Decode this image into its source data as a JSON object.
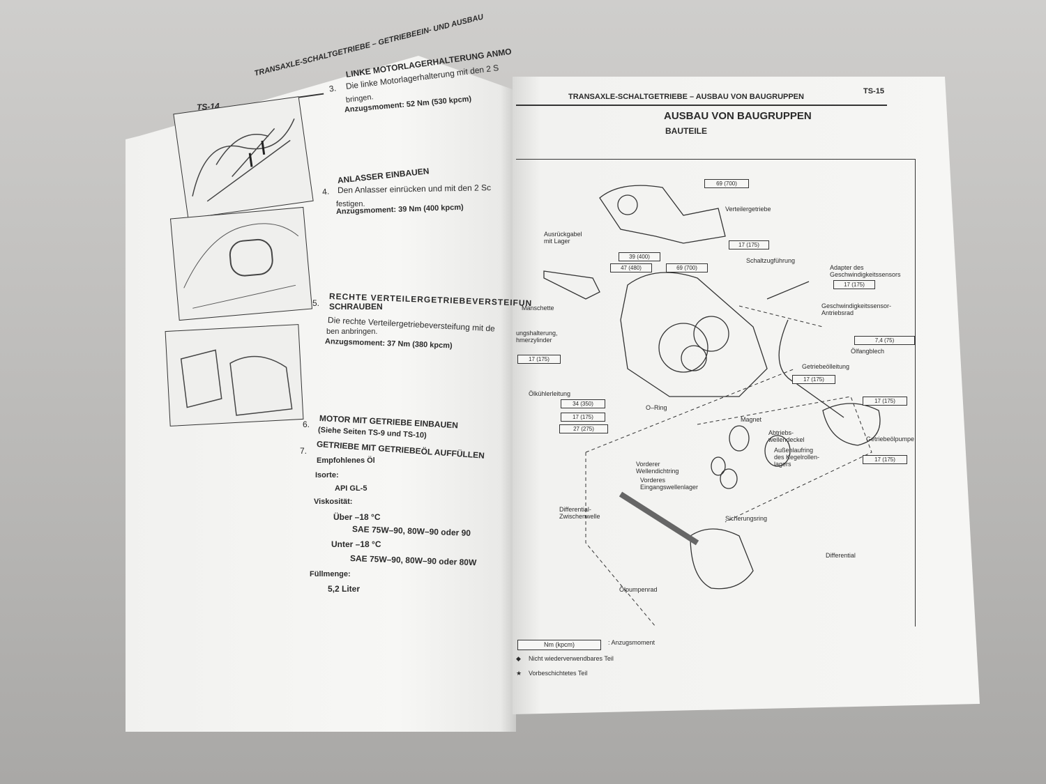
{
  "left_page": {
    "page_number": "TS-14",
    "header": "TRANSAXLE-SCHALTGETRIEBE – GETRIEBEEIN- UND AUSBAU",
    "steps": [
      {
        "num": "3.",
        "title": "LINKE MOTORLAGERHALTERUNG ANMO",
        "body": [
          "Die linke Motorlagerhalterung mit den 2 S",
          "bringen."
        ],
        "torque": "Anzugsmoment: 52 Nm (530 kpcm)"
      },
      {
        "num": "4.",
        "title": "ANLASSER EINBAUEN",
        "body": [
          "Den Anlasser einrücken und mit den 2 Sc",
          "festigen."
        ],
        "torque": "Anzugsmoment: 39 Nm (400 kpcm)"
      },
      {
        "num": "5.",
        "title": "RECHTE VERTEILERGETRIEBEVERSTEIFUN",
        "title2": "SCHRAUBEN",
        "body": [
          "Die rechte Verteilergetriebeversteifung mit de",
          "ben anbringen."
        ],
        "torque": "Anzugsmoment: 37 Nm (380 kpcm)"
      },
      {
        "num": "6.",
        "title": "MOTOR MIT GETRIEBE EINBAUEN",
        "body": [
          "(Siehe Seiten TS-9 und TS-10)"
        ]
      },
      {
        "num": "7.",
        "title": "GETRIEBE MIT GETRIEBEÖL AUFFÜLLEN"
      }
    ],
    "oil": {
      "recommended": "Empfohlenes Öl",
      "grade_label": "Isorte:",
      "grade": "API GL-5",
      "viscosity_label": "Viskosität:",
      "above": "Über –18 °C",
      "above_value": "SAE 75W–90, 80W–90 oder 90",
      "below": "Unter –18 °C",
      "below_value": "SAE 75W–90, 80W–90 oder 80W",
      "capacity_label": "Füllmenge:",
      "capacity": "5,2 Liter"
    }
  },
  "right_page": {
    "page_number": "TS-15",
    "header": "TRANSAXLE-SCHALTGETRIEBE – AUSBAU VON BAUGRUPPEN",
    "title": "AUSBAU VON BAUGRUPPEN",
    "subtitle": "BAUTEILE",
    "labels": {
      "verteilergetriebe": "Verteilergetriebe",
      "ausrueckgabel": "Ausrückgabel",
      "mit_lager": "mit Lager",
      "schaltzug": "Schaltzugführung",
      "adapter1": "Adapter des",
      "adapter2": "Geschwindigkeitssensors",
      "manschette": "Manschette",
      "sensor1": "Geschwindigkeitssensor-",
      "sensor2": "Antriebsrad",
      "halterung1": "ungshalterung,",
      "halterung2": "hmerzylinder",
      "oelfang": "Ölfangblech",
      "oelleitung": "Getriebeölleitung",
      "oelkuehler": "Ölkühlerleitung",
      "oring": "O–Ring",
      "magnet": "Magnet",
      "abtrieb1": "Abtriebs-",
      "abtrieb2": "wellendeckel",
      "pumpe": "Getriebeölpumpe",
      "aussen1": "Außenlaufring",
      "aussen2": "des Kegelrollen-",
      "aussen3": "lagers",
      "vord_dicht1": "Vorderer",
      "vord_dicht2": "Wellendichtring",
      "vord_lager1": "Vorderes",
      "vord_lager2": "Eingangswellenlager",
      "diff_welle1": "Differential-",
      "diff_welle2": "Zwischenwelle",
      "sicherung": "Sicherungsring",
      "differential": "Differential",
      "pumpenrad": "Ölpumpenrad"
    },
    "torques": {
      "t1": "69 (700)",
      "t2": "17 (175)",
      "t3": "39 (400)",
      "t4": "47 (480)",
      "t5": "69 (700)",
      "t6": "17 (175)",
      "t7": "17 (175)",
      "t8": "7,4 (75)",
      "t9": "17 (175)",
      "t10": "34 (350)",
      "t11": "17 (175)",
      "t12": "27 (275)",
      "t13": "17 (175)",
      "t14": "17 (175)"
    },
    "legend": {
      "unit_box": "Nm (kpcm)",
      "unit_desc": ": Anzugsmoment",
      "non_reusable": "Nicht wiederverwendbares Teil",
      "precoated": "Vorbeschichtetes Teil"
    }
  }
}
